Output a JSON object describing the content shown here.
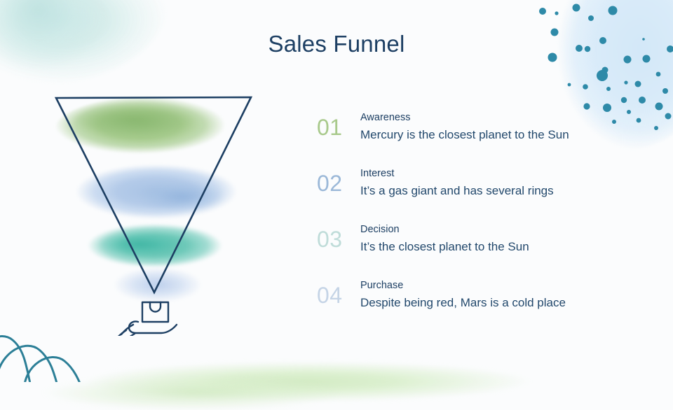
{
  "slide": {
    "title": "Sales Funnel",
    "background_color": "#fbfcfd",
    "title_color": "#1d3f63",
    "text_color": "#22486c"
  },
  "funnel_graphic": {
    "shape": "inverted-triangle-outline",
    "outline_color": "#1d3f63",
    "bottom_icon": "hand-holding-shopping-bag-icon",
    "bands": [
      {
        "stage": "Awareness",
        "color": "#a6cb8d"
      },
      {
        "stage": "Interest",
        "color": "#b4cbe9"
      },
      {
        "stage": "Decision",
        "color": "#6ec9b9"
      },
      {
        "stage": "Purchase",
        "color": "#bfd2ee"
      }
    ]
  },
  "items": [
    {
      "number": "01",
      "number_color": "#a8c98b",
      "heading": "Awareness",
      "body": "Mercury is the closest planet to the Sun"
    },
    {
      "number": "02",
      "number_color": "#9bb8d8",
      "heading": "Interest",
      "body": "It’s a gas giant and has several rings"
    },
    {
      "number": "03",
      "number_color": "#bfdcd9",
      "heading": "Decision",
      "body": "It’s the closest planet to the Sun"
    },
    {
      "number": "04",
      "number_color": "#c5d4e6",
      "heading": "Purchase",
      "body": "Despite being red, Mars is a cold place"
    }
  ],
  "decorations": {
    "top_left_wash": "mint-watercolor-wash",
    "top_right_blob": "light-blue-watercolor-blob",
    "top_right_dots": "scattered-teal-dots",
    "bottom_band": "pale-green-watercolor-band",
    "bottom_left_squiggle": "teal-loop-squiggle",
    "dot_color": "#2e8aa8",
    "squiggle_color": "#2c7f97"
  }
}
